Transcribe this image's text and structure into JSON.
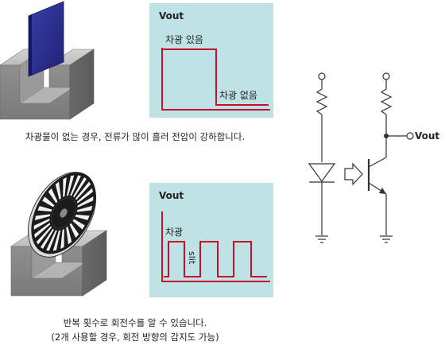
{
  "top": {
    "waveform": {
      "vout_label": "Vout",
      "high_label": "차광 있음",
      "low_label": "차광 없음"
    },
    "caption": "차광물이 없는 경우, 전류가 많이 흘러 전압이 강하합니다."
  },
  "bottom": {
    "waveform": {
      "vout_label": "Vout",
      "high_label": "차광",
      "slit_label": "slit"
    },
    "caption_line1": "반복 횟수로 회전수를 알 수 있습니다.",
    "caption_line2": "(2개 사용할 경우, 회전 방향의 감지도 가능)"
  },
  "circuit": {
    "vout_label": "Vout"
  },
  "colors": {
    "panel_bg": "#bfe2e4",
    "signal": "#c8102e",
    "block_gray": "#a9a9a9",
    "shutter_blue": "#2b2f8f"
  }
}
